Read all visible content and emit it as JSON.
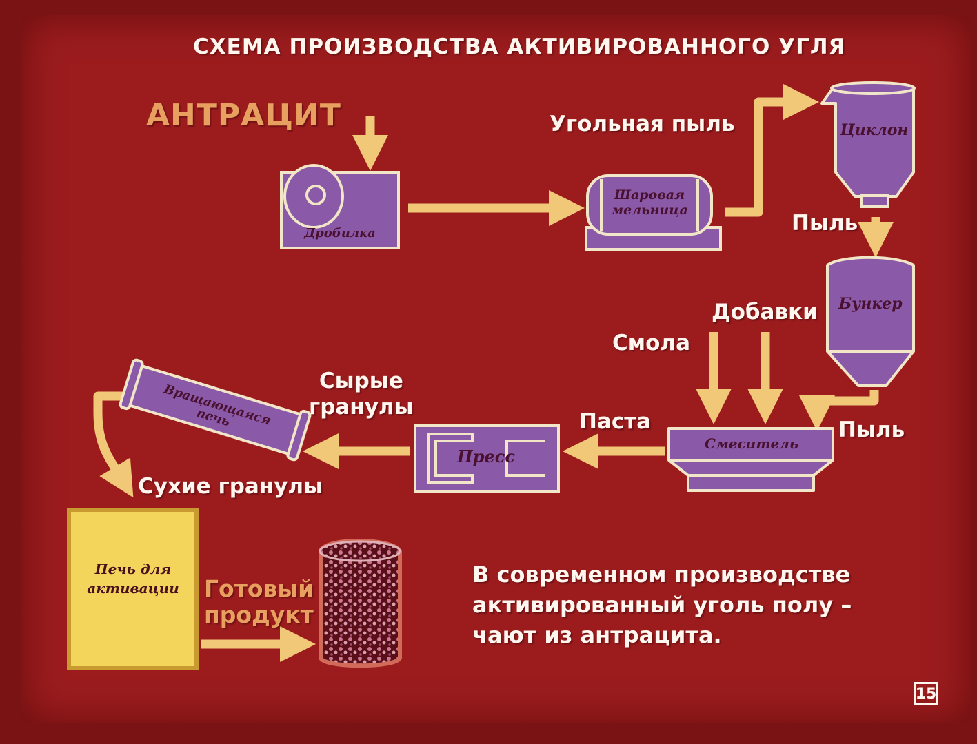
{
  "title": "СХЕМА ПРОИЗВОДСТВА АКТИВИРОВАННОГО УГЛЯ",
  "input": "АНТРАЦИТ",
  "machines": {
    "crusher": "Дробилка",
    "ball_mill_line1": "Шаровая",
    "ball_mill_line2": "мельница",
    "cyclone": "Циклон",
    "bunker": "Бункер",
    "mixer": "Смеситель",
    "press": "Пресс",
    "kiln_line1": "Вращающаяся",
    "kiln_line2": "печь",
    "activation_line1": "Печь для",
    "activation_line2": "активации"
  },
  "flows": {
    "coal_dust": "Угольная пыль",
    "dust_1": "Пыль",
    "dust_2": "Пыль",
    "additives": "Добавки",
    "resin": "Смола",
    "paste": "Паста",
    "raw_granules_line1": "Сырые",
    "raw_granules_line2": "гранулы",
    "dry_granules": "Сухие гранулы",
    "product_line1": "Готовый",
    "product_line2": "продукт"
  },
  "note_lines": [
    "В современном производстве",
    "активированный уголь полу –",
    "чают из антрацита."
  ],
  "page_number": "15",
  "colors": {
    "background": "#9c1c1e",
    "machine_fill": "#8a5aa8",
    "outline": "#f2e6c8",
    "arrow": "#f0c878",
    "activation_kiln": "#f2d55a",
    "accent_text": "#e8a060"
  }
}
